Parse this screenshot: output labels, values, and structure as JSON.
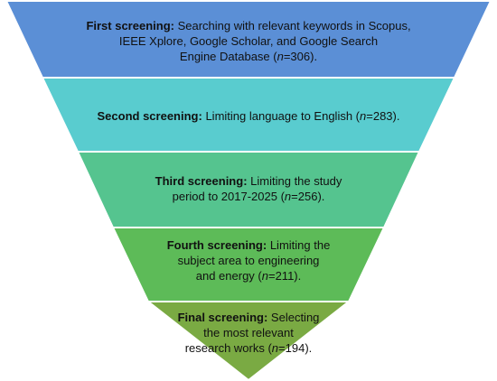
{
  "diagram": {
    "stages": [
      {
        "heading": "First screening:",
        "text_lines": [
          "Searching with relevant keywords in Scopus,",
          "IEEE Xplore, Google Scholar, and Google Search",
          "Engine Database ("
        ],
        "n_label": "n",
        "n_value": "=306).",
        "color": "#5b8fd6"
      },
      {
        "heading": "Second screening:",
        "text": "Limiting language to English (",
        "n_label": "n",
        "n_value": "=283).",
        "color": "#59cccf"
      },
      {
        "heading": "Third screening:",
        "text_lines": [
          "Limiting the study",
          "period to 2017-2025 ("
        ],
        "n_label": "n",
        "n_value": "=256).",
        "color": "#55c48f"
      },
      {
        "heading": "Fourth screening:",
        "text_lines": [
          "Limiting the",
          "subject area to engineering",
          "and energy ("
        ],
        "n_label": "n",
        "n_value": "=211).",
        "color": "#5dbb58"
      },
      {
        "heading": "Final screening:",
        "text_lines": [
          "Selecting",
          "the most relevant",
          "research works ("
        ],
        "n_label": "n",
        "n_value": "=194).",
        "color": "#7aaa43"
      }
    ]
  }
}
